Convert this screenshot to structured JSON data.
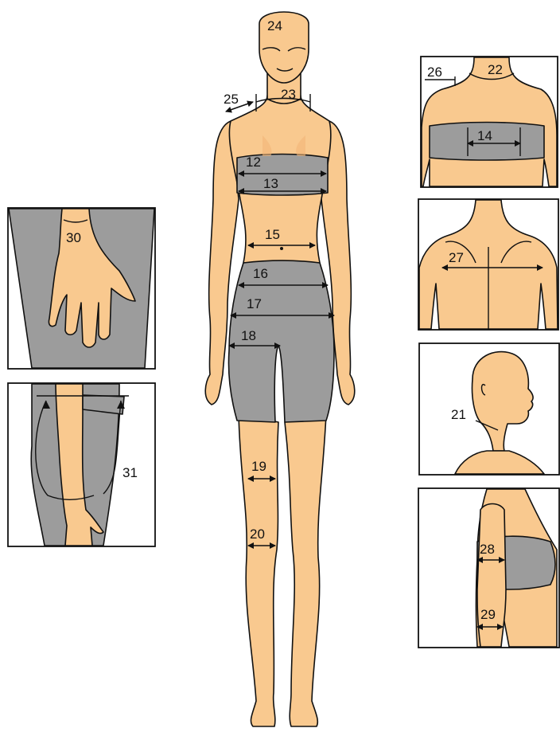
{
  "colors": {
    "skin": "#f9c98f",
    "garment": "#9c9c9c",
    "outline": "#111111"
  },
  "labels": {
    "m12": "12",
    "m13": "13",
    "m14": "14",
    "m15": "15",
    "m16": "16",
    "m17": "17",
    "m18": "18",
    "m19": "19",
    "m20": "20",
    "m21": "21",
    "m22": "22",
    "m23": "23",
    "m24": "24",
    "m25": "25",
    "m26": "26",
    "m27": "27",
    "m28": "28",
    "m29": "29",
    "m30": "30",
    "m31": "31"
  }
}
